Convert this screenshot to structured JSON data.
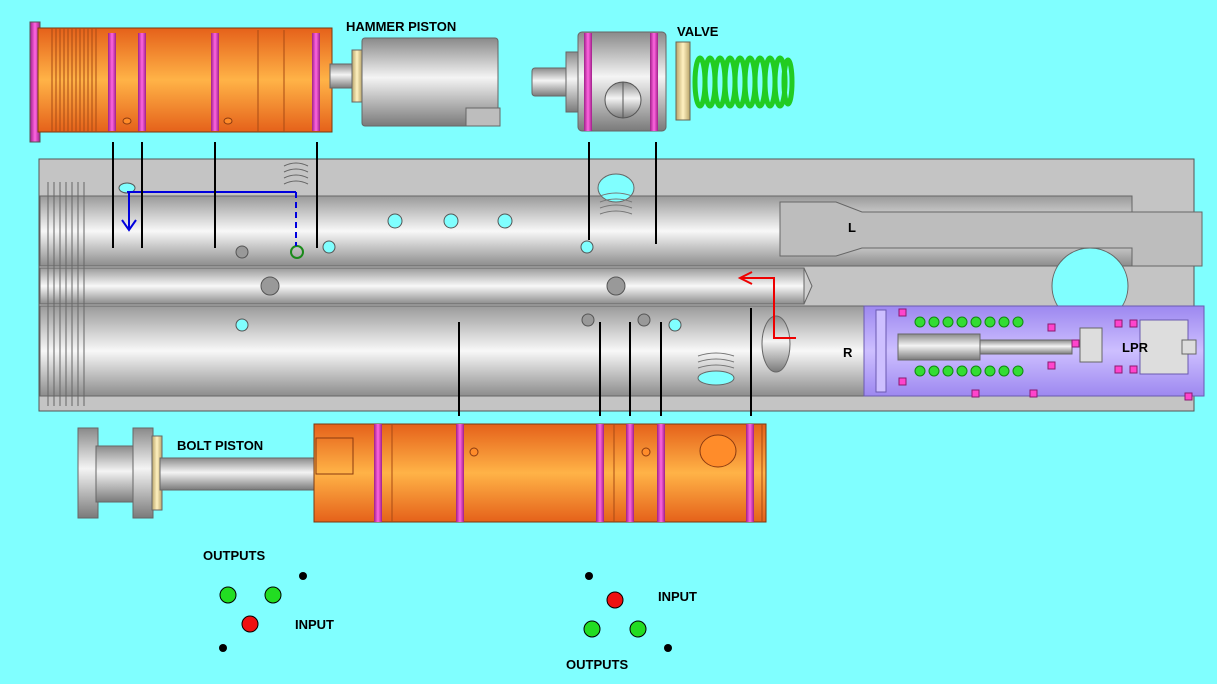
{
  "labels": {
    "hammer_piston": "HAMMER PISTON",
    "valve": "VALVE",
    "bolt_piston": "BOLT PISTON",
    "l": "L",
    "r": "R",
    "lpr": "LPR",
    "outputs_left": "OUTPUTS",
    "input_left": "INPUT",
    "input_right": "INPUT",
    "outputs_right": "OUTPUTS"
  },
  "colors": {
    "background": "#80FFFF",
    "piston_orange": "#FF8C2A",
    "oring_magenta": "#E040C0",
    "spring_green": "#22CC22",
    "lpr_purple": "#B7A6FF",
    "port_cyan": "#80FFFF",
    "flow_blue": "#0000DD",
    "flow_red": "#EE0000",
    "output_green": "#22DD22",
    "input_red": "#EE1111"
  },
  "icons": {
    "output_port": "green-circle",
    "input_port": "red-circle",
    "unused_port": "black-dot"
  }
}
